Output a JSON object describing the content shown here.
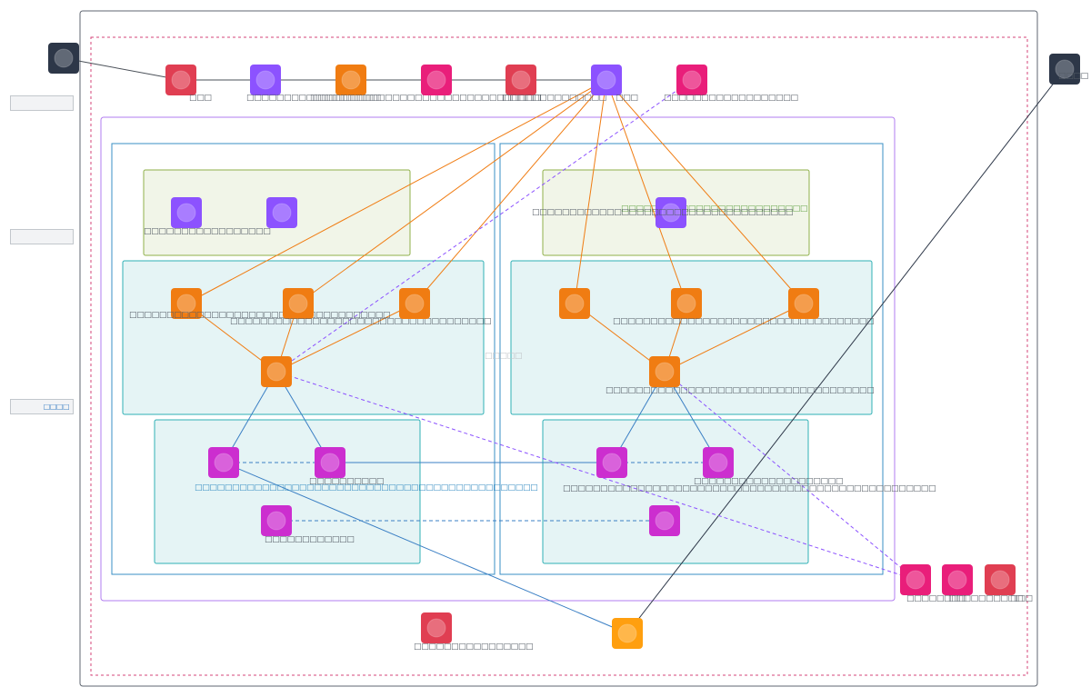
{
  "diagram": {
    "title": "",
    "side_panels": [
      {
        "id": "side-1",
        "label": ""
      },
      {
        "id": "side-2",
        "label": ""
      },
      {
        "id": "side-3",
        "label": "□□□□"
      }
    ],
    "groups": [
      {
        "id": "outer-frame",
        "label": ""
      },
      {
        "id": "dashed-region",
        "label": ""
      },
      {
        "id": "purple-region",
        "label": ""
      },
      {
        "id": "left-column",
        "label": ""
      },
      {
        "id": "right-column",
        "label": ""
      },
      {
        "id": "left-green-box",
        "label": ""
      },
      {
        "id": "right-green-box",
        "label": "□□□□□□□□□□□□□□□□□□□□□□□□□"
      },
      {
        "id": "left-teal-mid",
        "label": ""
      },
      {
        "id": "right-teal-mid",
        "label": ""
      },
      {
        "id": "left-teal-bottom",
        "label": ""
      },
      {
        "id": "right-teal-bottom",
        "label": ""
      },
      {
        "id": "center-gap-label",
        "label": "□□□□□"
      }
    ],
    "nodes": [
      {
        "id": "ext-left",
        "color": "#2d3748",
        "label": ""
      },
      {
        "id": "ext-right",
        "color": "#2d3748",
        "label": "□□□□"
      },
      {
        "id": "top-1",
        "color": "#e03e52",
        "label": "□□□"
      },
      {
        "id": "top-2",
        "color": "#8c52ff",
        "label": "□□□□□□□□□□□□□□□□□□"
      },
      {
        "id": "top-3",
        "color": "#f07c12",
        "label": "□□□□□□□□□□□□□□□□□□□□□□□□□□□□□□□"
      },
      {
        "id": "top-4",
        "color": "#e91e7a",
        "label": ""
      },
      {
        "id": "top-5",
        "color": "#e03e52",
        "label": "□□□□□□□□□□□□□□"
      },
      {
        "id": "top-6",
        "color": "#8c52ff",
        "label": "□□□"
      },
      {
        "id": "top-7",
        "color": "#e91e7a",
        "label": "□□□□□□□□□□□□□□□□□□"
      },
      {
        "id": "lg-1",
        "color": "#8c52ff",
        "label": "□□□□□□□□□□□□□□□□□"
      },
      {
        "id": "lg-2",
        "color": "#8c52ff",
        "label": ""
      },
      {
        "id": "rg-1",
        "color": "#8c52ff",
        "label": "□□□□□□□□□□□□□□□□□□□□□□□□□□□□□□□□□□□"
      },
      {
        "id": "lm-1",
        "color": "#f07c12",
        "label": "□□□□□□□□□□□□□□□□□□□□□□□□□□□□□□□□□□□"
      },
      {
        "id": "lm-2",
        "color": "#f07c12",
        "label": "□□□□□□□□□□□□□□□□□□□□□□□□□□□□□□□□□□□"
      },
      {
        "id": "lm-3",
        "color": "#f07c12",
        "label": ""
      },
      {
        "id": "lm-hub",
        "color": "#f07c12",
        "label": ""
      },
      {
        "id": "rm-1",
        "color": "#f07c12",
        "label": ""
      },
      {
        "id": "rm-2",
        "color": "#f07c12",
        "label": "□□□□□□□□□□□□□□□□□□□□□□□□□□□□□□□□□□□"
      },
      {
        "id": "rm-3",
        "color": "#f07c12",
        "label": ""
      },
      {
        "id": "rm-hub",
        "color": "#f07c12",
        "label": "□□□□□□□□□□□□□□□□□□□□□□□□□□□□□□□□□□□□"
      },
      {
        "id": "lb-1",
        "color": "#cc2ecf",
        "label": "□□□□□□□□□□□□□□□□□□□□□□□□□□□□□□□□□□□□□□□□□□□□□□"
      },
      {
        "id": "lb-2",
        "color": "#cc2ecf",
        "label": "□□□□□□□□□□"
      },
      {
        "id": "lb-3",
        "color": "#cc2ecf",
        "label": "□□□□□□□□□□□□"
      },
      {
        "id": "rb-1",
        "color": "#cc2ecf",
        "label": "□□□□□□□□□□□□□□□□□□□□□□□□□□□□□□□□□□□□□□□□□□□□□□□□□□"
      },
      {
        "id": "rb-2",
        "color": "#cc2ecf",
        "label": "□□□□□□□□□□□□□□□□□□□□"
      },
      {
        "id": "rb-3",
        "color": "#cc2ecf",
        "label": ""
      },
      {
        "id": "br-1",
        "color": "#e91e7a",
        "label": "□□□□□□□□"
      },
      {
        "id": "br-2",
        "color": "#e91e7a",
        "label": "□□□□□□□□□□"
      },
      {
        "id": "br-3",
        "color": "#e03e52",
        "label": "□□□"
      },
      {
        "id": "bottom-red",
        "color": "#e03e52",
        "label": "□□□□□□□□□□□□□□□□"
      },
      {
        "id": "bottom-orange",
        "color": "#ff9f0f",
        "label": ""
      }
    ],
    "edges": [
      {
        "from": "ext-left",
        "to": "top-1",
        "style": "solid",
        "color": "#4a5058"
      },
      {
        "from": "top-1",
        "to": "top-2",
        "style": "solid",
        "color": "#4a5058"
      },
      {
        "from": "top-2",
        "to": "top-3",
        "style": "solid",
        "color": "#4a5058"
      },
      {
        "from": "top-3",
        "to": "top-4",
        "style": "solid",
        "color": "#4a5058"
      },
      {
        "from": "top-4",
        "to": "top-5",
        "style": "solid",
        "color": "#4a5058"
      },
      {
        "from": "top-5",
        "to": "top-6",
        "style": "solid",
        "color": "#4a5058"
      },
      {
        "from": "top-6",
        "to": "lm-1",
        "style": "solid",
        "color": "#f07c12"
      },
      {
        "from": "top-6",
        "to": "lm-2",
        "style": "solid",
        "color": "#f07c12"
      },
      {
        "from": "top-6",
        "to": "lm-3",
        "style": "solid",
        "color": "#f07c12"
      },
      {
        "from": "top-6",
        "to": "rm-1",
        "style": "solid",
        "color": "#f07c12"
      },
      {
        "from": "top-6",
        "to": "rm-2",
        "style": "solid",
        "color": "#f07c12"
      },
      {
        "from": "top-6",
        "to": "rm-3",
        "style": "solid",
        "color": "#f07c12"
      },
      {
        "from": "lm-hub",
        "to": "top-7",
        "style": "dashed",
        "color": "#8c52ff"
      },
      {
        "from": "lm-1",
        "to": "lm-hub",
        "style": "solid",
        "color": "#f07c12"
      },
      {
        "from": "lm-2",
        "to": "lm-hub",
        "style": "solid",
        "color": "#f07c12"
      },
      {
        "from": "lm-3",
        "to": "lm-hub",
        "style": "solid",
        "color": "#f07c12"
      },
      {
        "from": "rm-1",
        "to": "rm-hub",
        "style": "solid",
        "color": "#f07c12"
      },
      {
        "from": "rm-2",
        "to": "rm-hub",
        "style": "solid",
        "color": "#f07c12"
      },
      {
        "from": "rm-3",
        "to": "rm-hub",
        "style": "solid",
        "color": "#f07c12"
      },
      {
        "from": "lm-hub",
        "to": "lb-1",
        "style": "solid",
        "color": "#3a7fc4"
      },
      {
        "from": "lm-hub",
        "to": "lb-2",
        "style": "solid",
        "color": "#3a7fc4"
      },
      {
        "from": "rm-hub",
        "to": "rb-1",
        "style": "solid",
        "color": "#3a7fc4"
      },
      {
        "from": "rm-hub",
        "to": "rb-2",
        "style": "solid",
        "color": "#3a7fc4"
      },
      {
        "from": "lb-1",
        "to": "lb-2",
        "style": "dashed",
        "color": "#3a7fc4"
      },
      {
        "from": "lb-2",
        "to": "rb-1",
        "style": "solid",
        "color": "#3a7fc4"
      },
      {
        "from": "rb-1",
        "to": "rb-2",
        "style": "dashed",
        "color": "#3a7fc4"
      },
      {
        "from": "lb-3",
        "to": "rb-3",
        "style": "dashed",
        "color": "#3a7fc4"
      },
      {
        "from": "lb-1",
        "to": "bottom-orange",
        "style": "solid",
        "color": "#3a7fc4"
      },
      {
        "from": "ext-right",
        "to": "bottom-orange",
        "style": "solid",
        "color": "#2d3748"
      },
      {
        "from": "lm-hub",
        "to": "br-1",
        "style": "dashed",
        "color": "#8c52ff"
      },
      {
        "from": "rm-hub",
        "to": "br-1",
        "style": "dashed",
        "color": "#8c52ff"
      }
    ]
  }
}
